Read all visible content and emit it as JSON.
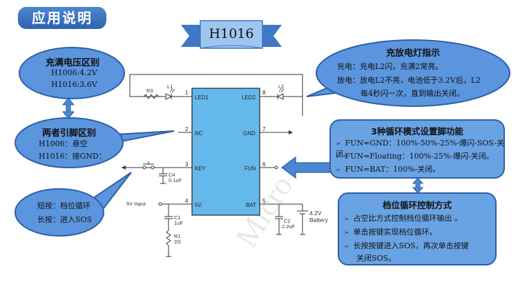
{
  "header": {
    "title": "应用说明"
  },
  "chip": {
    "name": "H1016",
    "pins_left": [
      {
        "num": "1",
        "name": "LED1"
      },
      {
        "num": "2",
        "name": "NC"
      },
      {
        "num": "3",
        "name": "KEY"
      },
      {
        "num": "4",
        "name": "5V"
      }
    ],
    "pins_right": [
      {
        "num": "8",
        "name": "LED2"
      },
      {
        "num": "7",
        "name": "GND"
      },
      {
        "num": "6",
        "name": "FUN"
      },
      {
        "num": "5",
        "name": "BAT"
      }
    ]
  },
  "components": {
    "r3": "R3",
    "l1": "L1",
    "l2": "L2",
    "c4_name": "C4",
    "c4_val": "0.1uF",
    "c1_name": "C1",
    "c1_val": "1uF",
    "r1_name": "R1",
    "r1_val": "2Ω",
    "c2_name": "C2",
    "c2_val": "2.2uF",
    "input_label": "5V Input",
    "battery_voltage": "4.2V",
    "battery_label": "Battery"
  },
  "voltage_bubble": {
    "title": "充满电压区别",
    "lines": [
      "H1006:4.2V",
      "H1016:3.6V"
    ]
  },
  "pin_bubble": {
    "title": "两者引脚区别",
    "lines": [
      "H1006：悬空",
      "H1016：接GND："
    ]
  },
  "key_bubble": {
    "lines": [
      "短按：档位循环",
      "长按：进入SOS"
    ]
  },
  "charge_bubble": {
    "title": "充放电灯指示",
    "line1": "充电：充电L2闪，充满2常亮。",
    "line2a": "放电：放电L2不亮，电池低于3.2V后，L2",
    "line2b": "每4秒闪一次，直到输出关闭。"
  },
  "mode_panel": {
    "title": "3种循环模式设置脚功能",
    "items": [
      "FUN=GND：100%-50%-25%-爆闪-SOS-关闭。",
      "FUN=Floating：100%-25%-爆闪-关闭。",
      "FUN=BAT：100%-关闭。"
    ]
  },
  "gear_panel": {
    "title": "档位循环控制方式",
    "items": [
      "占空比方式控制档位循环输出 。",
      "单击按键实现档位循环。",
      "长按按键进入SOS，再次单击按键",
      "关闭SOS。"
    ]
  },
  "watermark": {
    "text": "Micro"
  },
  "colors": {
    "bubble": "#5b95dd",
    "bubble_border": "#2d5fa8",
    "chip": "#65b8ec",
    "panel": "#6aa3e4",
    "connector": "#4a86d2",
    "title_tab": "#3a72c0"
  }
}
